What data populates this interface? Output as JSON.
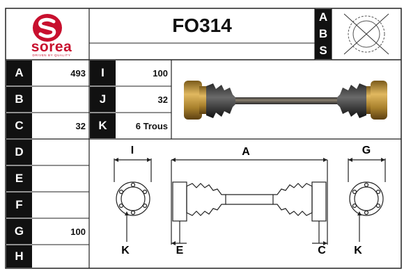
{
  "header": {
    "brand": "sorea",
    "tagline": "DRIVEN BY QUALITY",
    "part_number": "FO314",
    "abs_letters": [
      "A",
      "B",
      "S"
    ]
  },
  "specs": {
    "left": [
      {
        "label": "A",
        "value": "493"
      },
      {
        "label": "B",
        "value": ""
      },
      {
        "label": "C",
        "value": "32"
      },
      {
        "label": "D",
        "value": ""
      },
      {
        "label": "E",
        "value": ""
      },
      {
        "label": "F",
        "value": ""
      },
      {
        "label": "G",
        "value": "100"
      },
      {
        "label": "H",
        "value": ""
      }
    ],
    "right": [
      {
        "label": "I",
        "value": "100"
      },
      {
        "label": "J",
        "value": "32"
      },
      {
        "label": "K",
        "value": "6 Trous"
      }
    ]
  },
  "diagram": {
    "labels": {
      "i": "I",
      "a": "A",
      "g": "G",
      "k_left": "K",
      "e": "E",
      "c": "C",
      "k_right": "K"
    }
  },
  "colors": {
    "brand_red": "#c8102e",
    "label_bg": "#111111",
    "grid": "#222222"
  }
}
